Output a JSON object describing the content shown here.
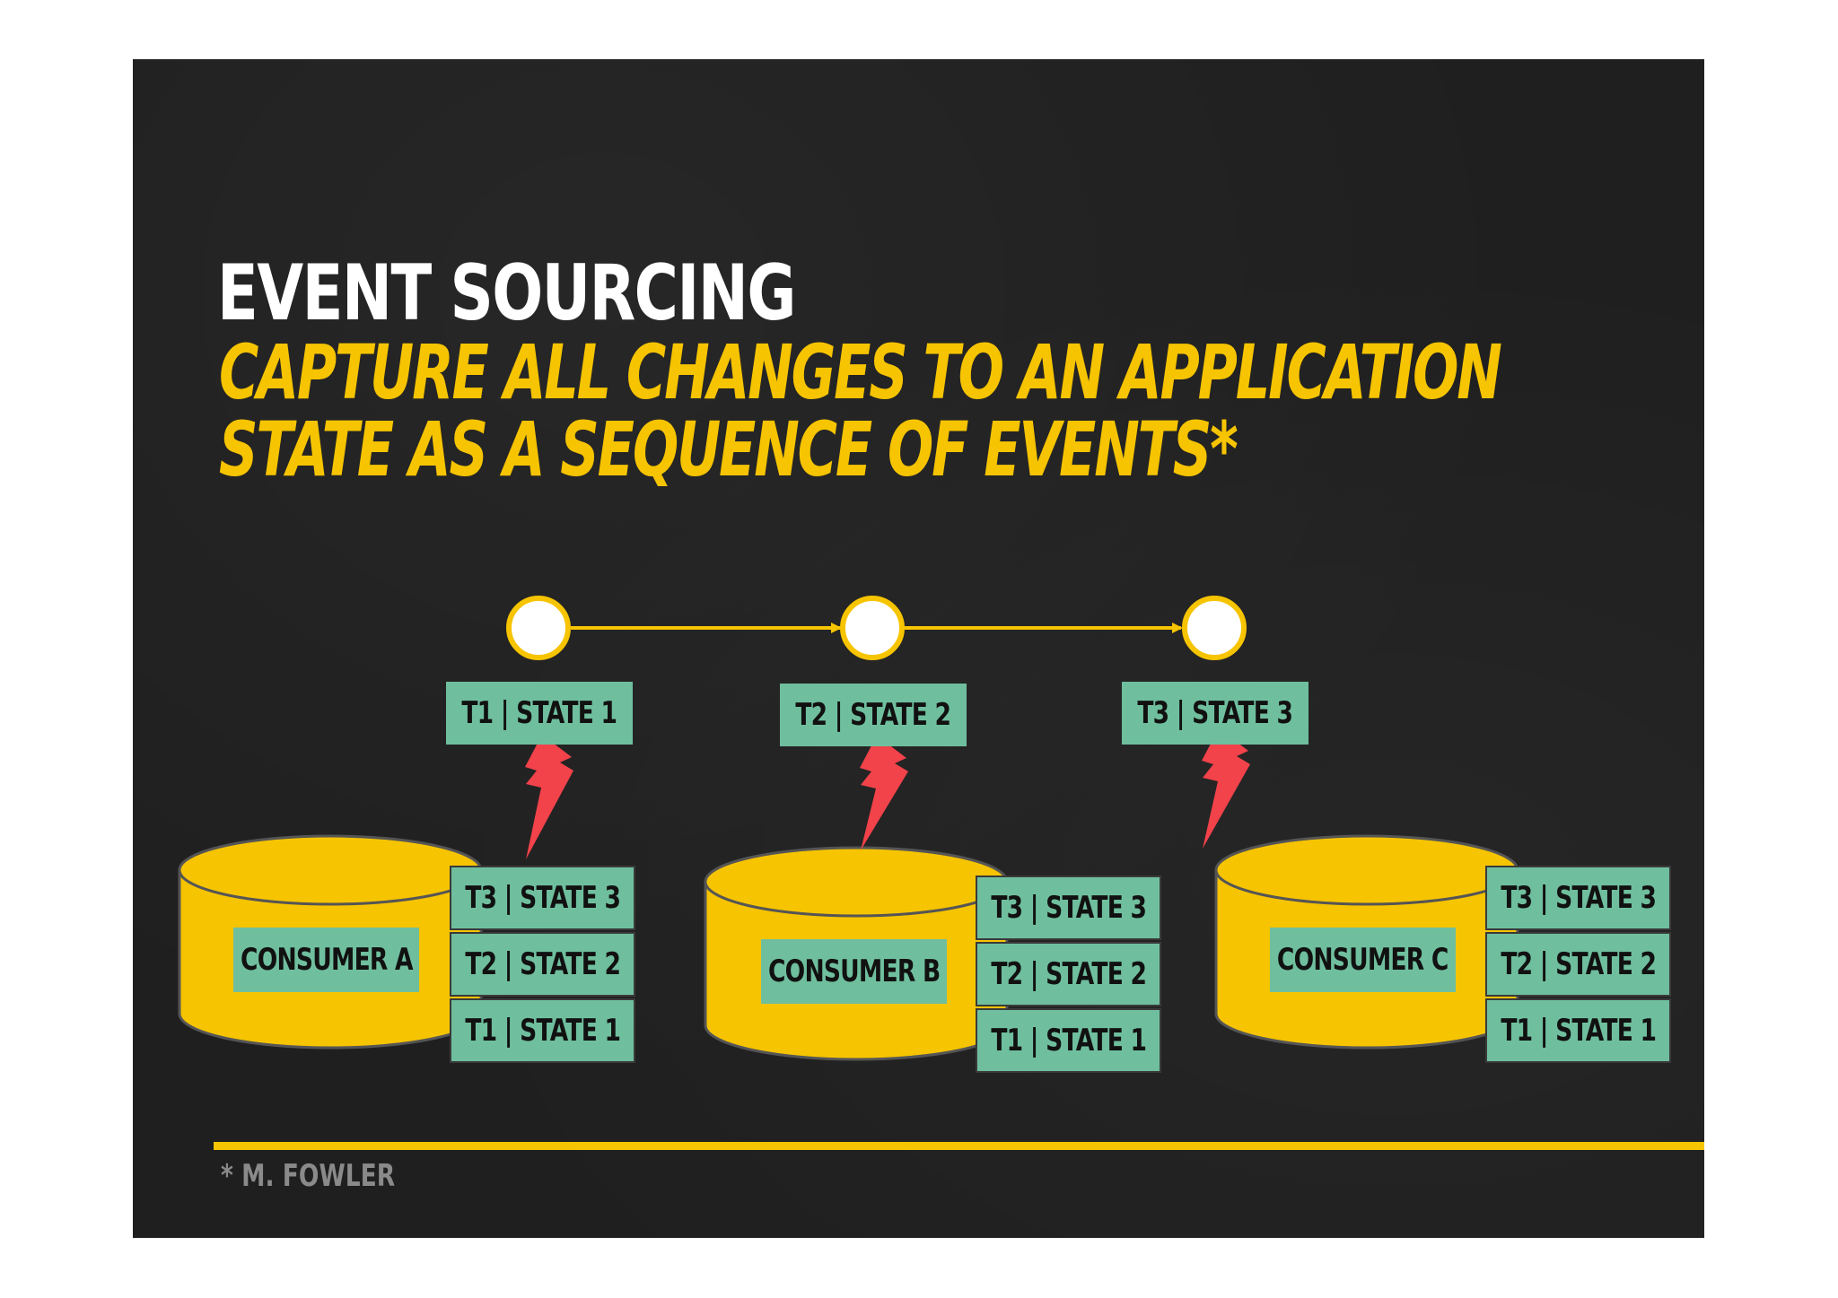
{
  "slide": {
    "title": "EVENT SOURCING",
    "subtitle_lines": [
      "CAPTURE ALL CHANGES TO AN APPLICATION",
      "STATE AS A SEQUENCE OF EVENTS*"
    ],
    "footnote": "* M. FOWLER"
  },
  "timeline": {
    "events": [
      {
        "label": "T1 | STATE 1"
      },
      {
        "label": "T2 | STATE 2"
      },
      {
        "label": "T3 | STATE 3"
      }
    ]
  },
  "consumers": [
    {
      "name": "CONSUMER A",
      "stack": [
        "T3 | STATE 3",
        "T2 | STATE 2",
        "T1 | STATE 1"
      ]
    },
    {
      "name": "CONSUMER B",
      "stack": [
        "T3 | STATE 3",
        "T2 | STATE 2",
        "T1 | STATE 1"
      ]
    },
    {
      "name": "CONSUMER C",
      "stack": [
        "T3 | STATE 3",
        "T2 | STATE 2",
        "T1 | STATE 1"
      ]
    }
  ],
  "colors": {
    "background": "#1f1f1f",
    "accent_yellow": "#f6c400",
    "label_green": "#6fbf9e",
    "lightning_red": "#f2424a",
    "node_fill": "#ffffff"
  }
}
